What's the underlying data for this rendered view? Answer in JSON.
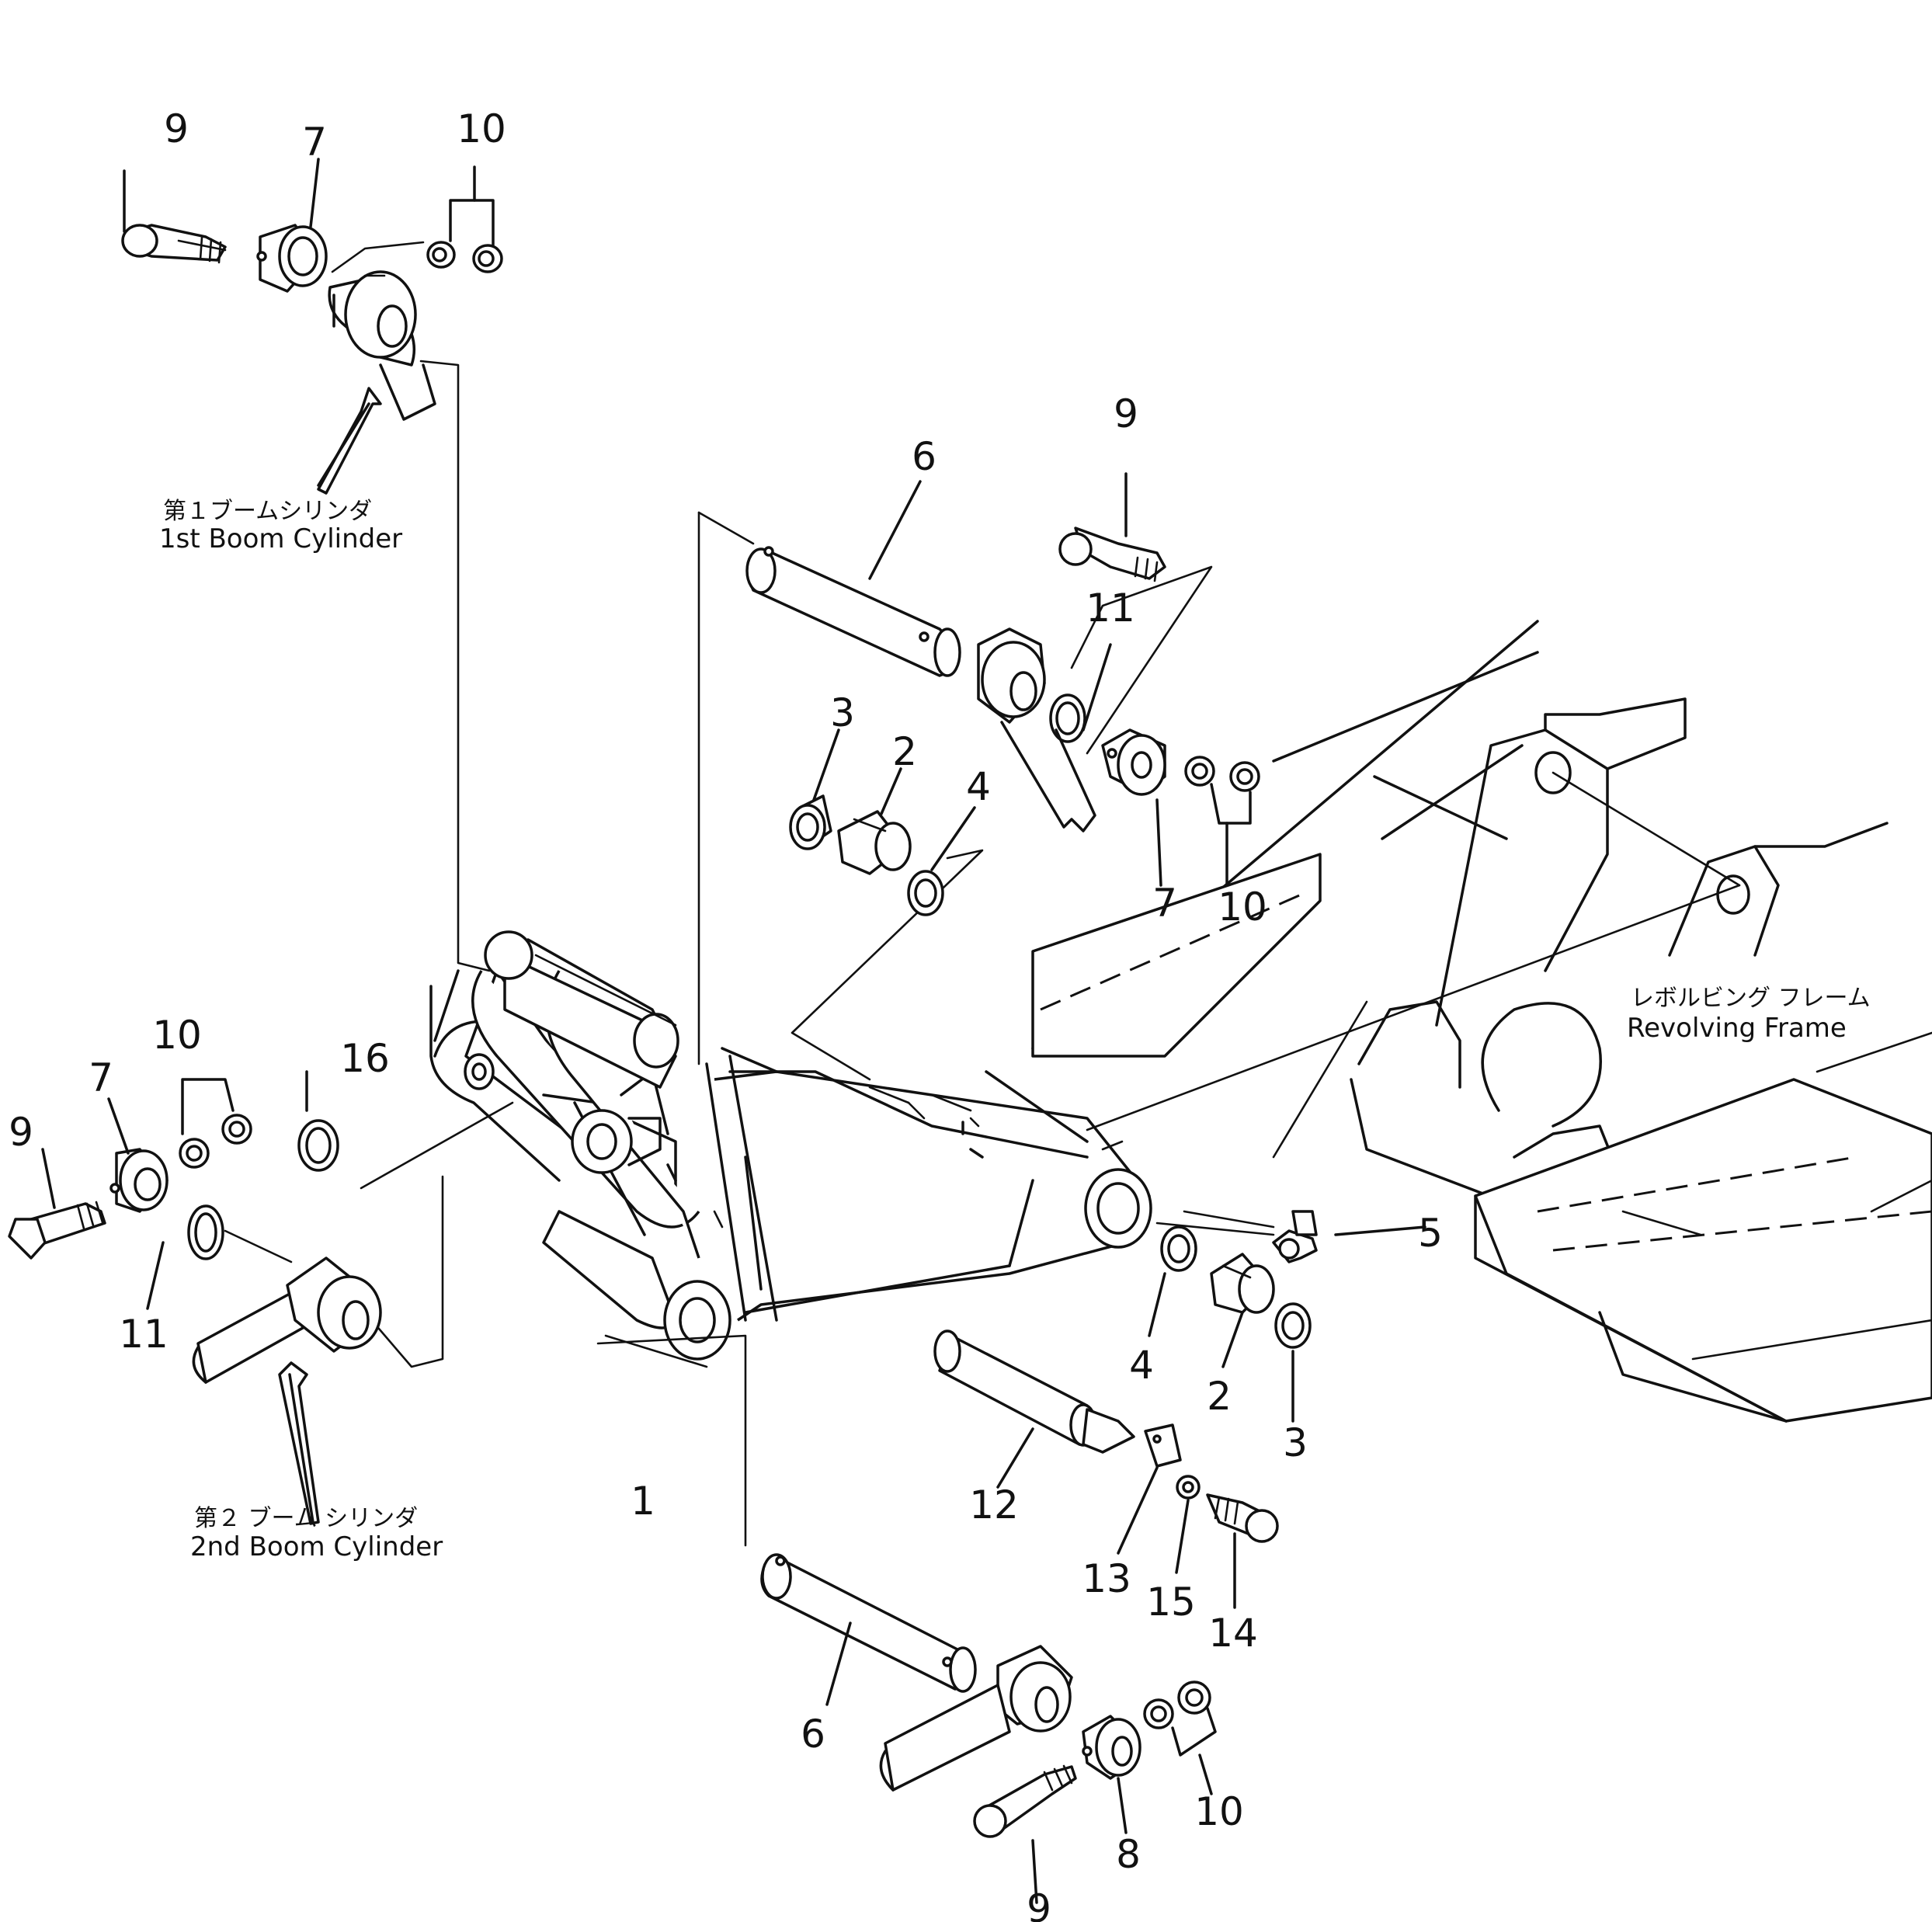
{
  "callouts": {
    "c9a": "9",
    "c7a": "7",
    "c10a": "10",
    "c6a": "6",
    "c9b": "9",
    "c11a": "11",
    "c3a": "3",
    "c2a": "2",
    "c4a": "4",
    "c7b": "7",
    "c10b": "10",
    "c10c": "10",
    "c7c": "7",
    "c9c": "9",
    "c16": "16",
    "c11b": "11",
    "c5": "5",
    "c4b": "4",
    "c2b": "2",
    "c3b": "3",
    "c1": "1",
    "c12": "12",
    "c13": "13",
    "c15": "15",
    "c14": "14",
    "c6b": "6",
    "c10d": "10",
    "c8": "8",
    "c9d": "9"
  },
  "labels": {
    "first_cyl_jp": "第１ブームシリンダ",
    "first_cyl_en": "1st  Boom  Cylinder",
    "second_cyl_jp": "第２ ブーム シリンダ",
    "second_cyl_en": "2nd  Boom  Cylinder",
    "frame_jp": "レボルビング フレーム",
    "frame_en": "Revolving  Frame"
  }
}
